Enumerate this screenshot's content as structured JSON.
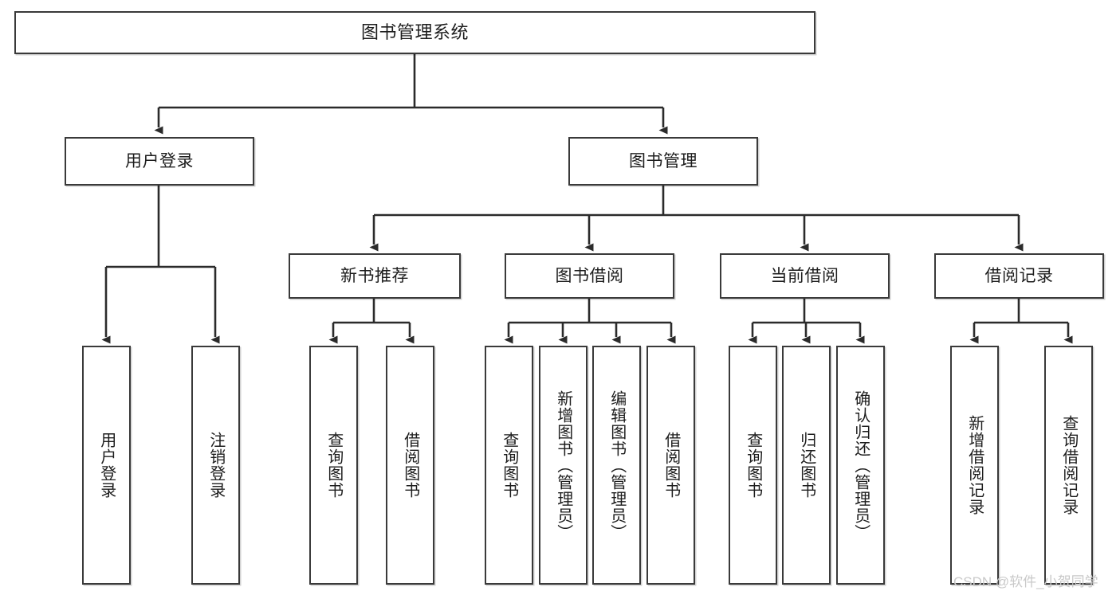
{
  "diagram": {
    "type": "tree-hierarchy",
    "title": "图书管理系统",
    "watermark": "CSDN @软件_小贺同学",
    "colors": {
      "box_border": "#3a3a3a",
      "box_fill": "#ffffff",
      "connector": "#2b2b2b",
      "text": "#1d1d1d",
      "watermark": "#c9c9c9"
    },
    "nodes": {
      "root": {
        "label": "图书管理系统"
      },
      "level1": [
        {
          "id": "user-login",
          "label": "用户登录"
        },
        {
          "id": "book-manage",
          "label": "图书管理"
        }
      ],
      "level2": [
        {
          "id": "new-book-recommend",
          "label": "新书推荐"
        },
        {
          "id": "book-borrow",
          "label": "图书借阅"
        },
        {
          "id": "current-borrow",
          "label": "当前借阅"
        },
        {
          "id": "borrow-record",
          "label": "借阅记录"
        }
      ],
      "leaves": {
        "user_login": [
          {
            "id": "leaf-user-login",
            "label": "用户登录"
          },
          {
            "id": "leaf-logout-login",
            "label": "注销登录"
          }
        ],
        "new_book_recommend": [
          {
            "id": "leaf-query-book-1",
            "label": "查询图书"
          },
          {
            "id": "leaf-borrow-book-1",
            "label": "借阅图书"
          }
        ],
        "book_borrow": [
          {
            "id": "leaf-query-book-2",
            "label": "查询图书"
          },
          {
            "id": "leaf-add-book",
            "label": "新增图书（管理员）"
          },
          {
            "id": "leaf-edit-book",
            "label": "编辑图书（管理员）"
          },
          {
            "id": "leaf-borrow-book-2",
            "label": "借阅图书"
          }
        ],
        "current_borrow": [
          {
            "id": "leaf-query-book-3",
            "label": "查询图书"
          },
          {
            "id": "leaf-return-book",
            "label": "归还图书"
          },
          {
            "id": "leaf-confirm-return",
            "label": "确认归还（管理员）"
          }
        ],
        "borrow_record": [
          {
            "id": "leaf-add-record",
            "label": "新增借阅记录"
          },
          {
            "id": "leaf-query-record",
            "label": "查询借阅记录"
          }
        ]
      }
    }
  }
}
